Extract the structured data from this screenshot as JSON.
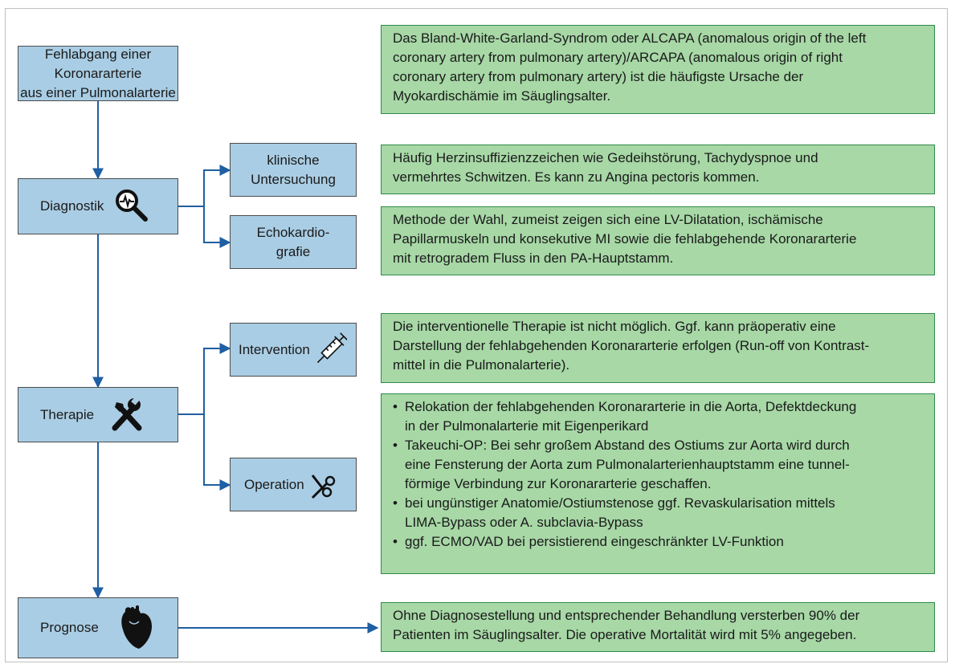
{
  "colors": {
    "node_fill": "#a9cde4",
    "node_border": "#4c4c4c",
    "info_fill": "#a7d8a6",
    "info_border": "#2e8b4a",
    "connector": "#1f5fa3"
  },
  "nodes": {
    "root": "Fehlabgang einer Koronararterie\naus einer Pulmonalarterie",
    "diagnostik": {
      "label": "Diagnostik",
      "icon": "magnifier-heartbeat-icon"
    },
    "klinische": "klinische\nUntersuchung",
    "echo": "Echokardio-\ngrafie",
    "therapie": {
      "label": "Therapie",
      "icon": "wrench-screwdriver-icon"
    },
    "intervention": {
      "label": "Intervention",
      "icon": "syringe-icon"
    },
    "operation": {
      "label": "Operation",
      "icon": "scissors-icon"
    },
    "prognose": {
      "label": "Prognose",
      "icon": "heart-icon"
    }
  },
  "info": {
    "root": "Das Bland-White-Garland-Syndrom oder ALCAPA (anomalous origin of the left\ncoronary artery from pulmonary artery)/ARCAPA (anomalous origin of right\ncoronary artery from pulmonary artery) ist die häufigste Ursache der\nMyokardischämie im Säuglingsalter.",
    "klinische": "Häufig Herzinsuffizienzzeichen wie Gedeihstörung, Tachydyspnoe und\nvermehrtes Schwitzen. Es kann zu Angina pectoris kommen.",
    "echo": "Methode der Wahl, zumeist zeigen sich eine LV-Dilatation, ischämische\nPapillarmuskeln und konsekutive MI sowie die fehlabgehende Koronararterie\nmit retrogradem Fluss in den PA-Hauptstamm.",
    "intervention": "Die interventionelle Therapie ist nicht möglich. Ggf. kann präoperativ eine\nDarstellung der fehlabgehenden Koronararterie erfolgen (Run-off von Kontrast-\nmittel in die Pulmonalarterie).",
    "operation_bullets": [
      "Relokation der fehlabgehenden Koronararterie in die Aorta, Defektdeckung\nin der Pulmonalarterie mit Eigenperikard",
      "Takeuchi-OP: Bei sehr großem Abstand des Ostiums zur Aorta wird durch\neine Fensterung der Aorta zum Pulmonalarterienhauptstamm eine tunnel-\nförmige Verbindung zur Koronararterie geschaffen.",
      "bei ungünstiger Anatomie/Ostiumstenose ggf. Revaskularisation mittels\nLIMA-Bypass oder A. subclavia-Bypass",
      "ggf. ECMO/VAD bei persistierend eingeschränkter LV-Funktion"
    ],
    "prognose": "Ohne Diagnosestellung und entsprechender Behandlung versterben 90% der\nPatienten im Säuglingsalter. Die operative Mortalität wird mit 5% angegeben."
  }
}
